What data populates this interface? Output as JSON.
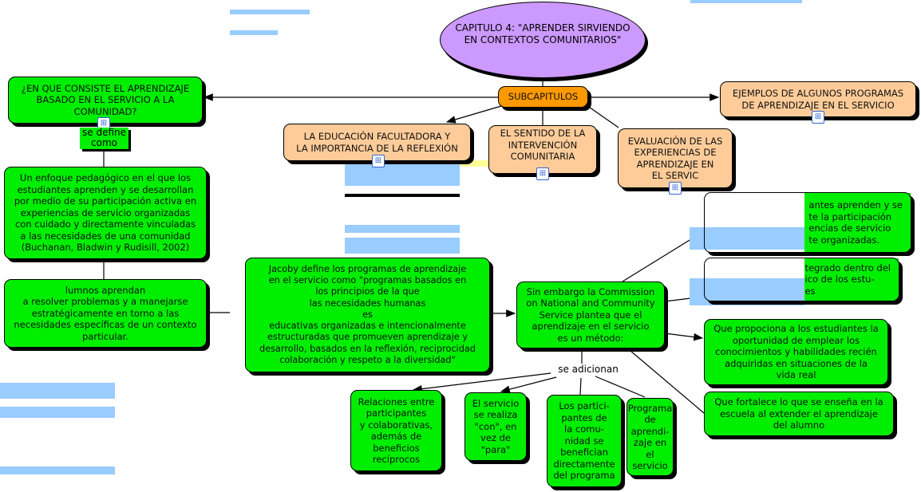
{
  "title": "CAPITULO 4: \"APRENDER SIRVIENDO\nEN CONTEXTOS COMUNITARIOS\"",
  "subcapitulos": "SUBCAPITULOS",
  "question": "¿EN QUE CONSISTE EL APRENDIZAJE\nBASADO EN EL SERVICIO A LA\nCOMUNIDAD?",
  "se_define_como": "se define\ncomo",
  "ejemplos": "EJEMPLOS DE ALGUNOS PROGRAMAS\nDE APRENDIZAJE EN EL SERVICIO",
  "subchapters": [
    "LA EDUCACIÓN FACULTADORA Y\nLA IMPORTANCIA DE LA REFLEXIÓN",
    "EL SENTIDO DE LA\nINTERVENCIÓN\nCOMUNITARIA",
    "EVALUACIÓN DE LAS\nEXPERIENCIAS DE\nAPRENDIZAJE EN\nEL SERVIC"
  ],
  "definition": "Un enfoque pedagógico en el que los\nestudiantes aprenden y se desarrollan\npor medio de su participación activa en\nexperiencias de servicio organizadas\ncon cuidado y directamente vinculadas\na las necesidades de una comunidad\n(Buchanan, Bladwin y Rudisill, 2002)",
  "alumnos": "lumnos aprendan\na resolver problemas y a manejarse\nestratégicamente en torno a las\nnecesidades específicas de un contexto\nparticular.",
  "jacoby": "Jacoby define los programas de aprendizaje\nen el servicio como \"programas basados en\nlos principios de la                          que\nlas necesidades humanas\nes\neducativas organizadas e intencionalmente\nestructuradas que promueven aprendizaje y\ndesarrollo, basados en la reflexión, reciprocidad\ncolaboración y respeto a la diversidad\"",
  "commission": "Sin embargo la Commission\non National and Community\nService plantea que el\naprendizaje en el servicio\nes un método:",
  "methods": [
    "antes aprenden y se\nte la participación\nencias de servicio\nte organizadas.",
    "tegrado dentro del\nico de los estu-\nes",
    "Que propociona a los estudiantes la\noportunidad de emplear los\nconocimientos y habilidades recién\nadquiridas en situaciones de la\nvida real",
    "Que fortalece lo que se enseña en la\nescuela al extender el aprendizaje\ndel alumno"
  ],
  "se_adicionan": "se adicionan",
  "additions": [
    "Relaciones entre\nparticipantes\ny colaborativas,\nademás de\nbeneficios\nrecíprocos",
    "El servicio\nse realiza\n\"con\", en\nvez de\n\"para\"",
    "Los partici-\npantes de\nla comu-\nnidad se\nbenefician\ndirectamente\ndel programa",
    "Programa\nde\naprendi-\nzaje en\nel\nservicio"
  ],
  "colors": {
    "concept_green": "#00ee00",
    "subchapter_peach": "#ffcc99",
    "hub_orange": "#ff9900",
    "title_lavender": "#cc99ff"
  },
  "icons": [
    "cmap-submap-icon"
  ]
}
